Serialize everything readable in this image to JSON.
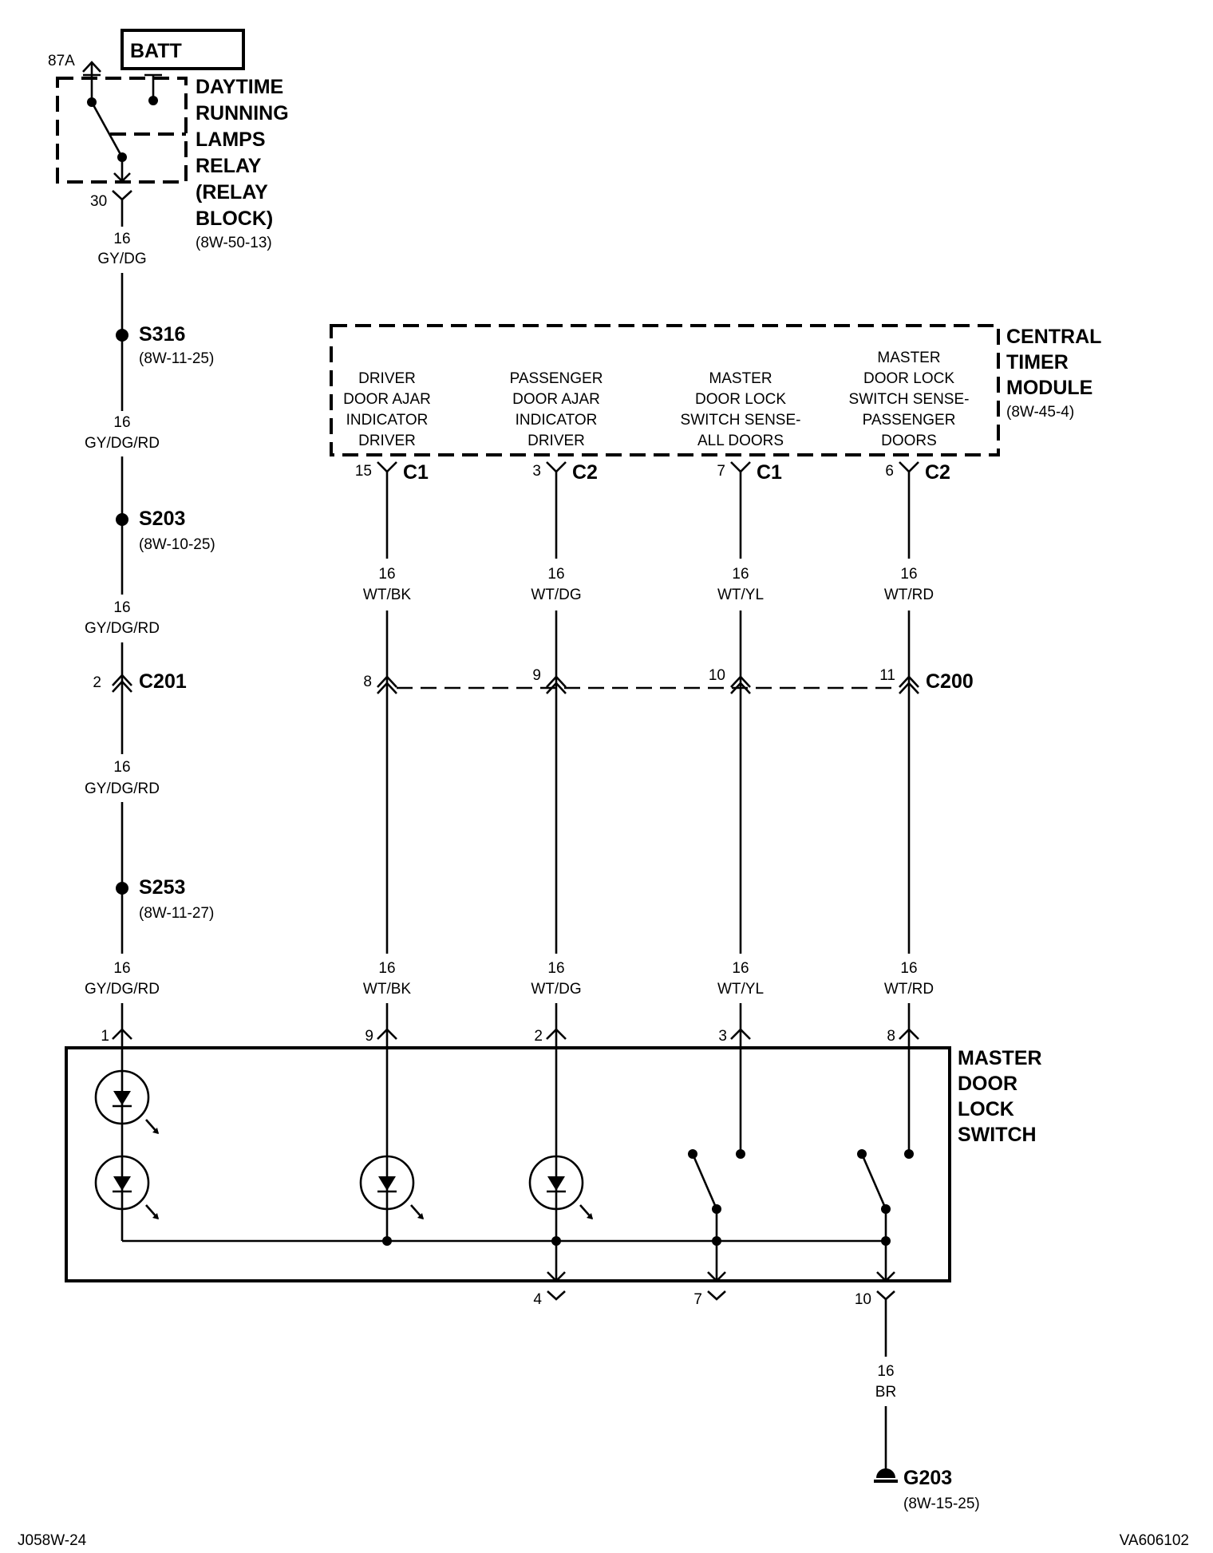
{
  "relay": {
    "batt": "BATT",
    "pin_87a": "87A",
    "pin_30": "30",
    "name": [
      "DAYTIME",
      "RUNNING",
      "LAMPS",
      "RELAY",
      "(RELAY",
      "BLOCK)"
    ],
    "ref": "(8W-50-13)"
  },
  "left_wire": {
    "seg1": {
      "gauge": "16",
      "color": "GY/DG"
    },
    "s316": {
      "name": "S316",
      "ref": "(8W-11-25)"
    },
    "seg2": {
      "gauge": "16",
      "color": "GY/DG/RD"
    },
    "s203": {
      "name": "S203",
      "ref": "(8W-10-25)"
    },
    "seg3": {
      "gauge": "16",
      "color": "GY/DG/RD"
    },
    "c201": {
      "pin": "2",
      "name": "C201"
    },
    "seg4": {
      "gauge": "16",
      "color": "GY/DG/RD"
    },
    "s253": {
      "name": "S253",
      "ref": "(8W-11-27)"
    },
    "seg5": {
      "gauge": "16",
      "color": "GY/DG/RD"
    },
    "switch_pin": "1"
  },
  "ctm": {
    "name": [
      "CENTRAL",
      "TIMER",
      "MODULE"
    ],
    "ref": "(8W-45-4)",
    "circuits": [
      {
        "label": [
          "DRIVER",
          "DOOR AJAR",
          "INDICATOR",
          "DRIVER"
        ],
        "pin": "15",
        "conn": "C1"
      },
      {
        "label": [
          "PASSENGER",
          "DOOR AJAR",
          "INDICATOR",
          "DRIVER"
        ],
        "pin": "3",
        "conn": "C2"
      },
      {
        "label": [
          "MASTER",
          "DOOR LOCK",
          "SWITCH SENSE-",
          "ALL DOORS"
        ],
        "pin": "7",
        "conn": "C1"
      },
      {
        "label": [
          "MASTER",
          "DOOR LOCK",
          "SWITCH SENSE-",
          "PASSENGER",
          "DOORS"
        ],
        "pin": "6",
        "conn": "C2"
      }
    ]
  },
  "wires": [
    {
      "gauge": "16",
      "color": "WT/BK",
      "c200_pin": "8",
      "switch_pin": "9"
    },
    {
      "gauge": "16",
      "color": "WT/DG",
      "c200_pin": "9",
      "switch_pin": "2"
    },
    {
      "gauge": "16",
      "color": "WT/YL",
      "c200_pin": "10",
      "switch_pin": "3"
    },
    {
      "gauge": "16",
      "color": "WT/RD",
      "c200_pin": "11",
      "switch_pin": "8"
    }
  ],
  "c200": "C200",
  "switch": {
    "name": [
      "MASTER",
      "DOOR",
      "LOCK",
      "SWITCH"
    ],
    "bottom_pins": [
      "4",
      "7",
      "10"
    ]
  },
  "ground_wire": {
    "gauge": "16",
    "color": "BR"
  },
  "ground": {
    "name": "G203",
    "ref": "(8W-15-25)"
  },
  "footer": {
    "left": "J058W-24",
    "right": "VA606102"
  }
}
